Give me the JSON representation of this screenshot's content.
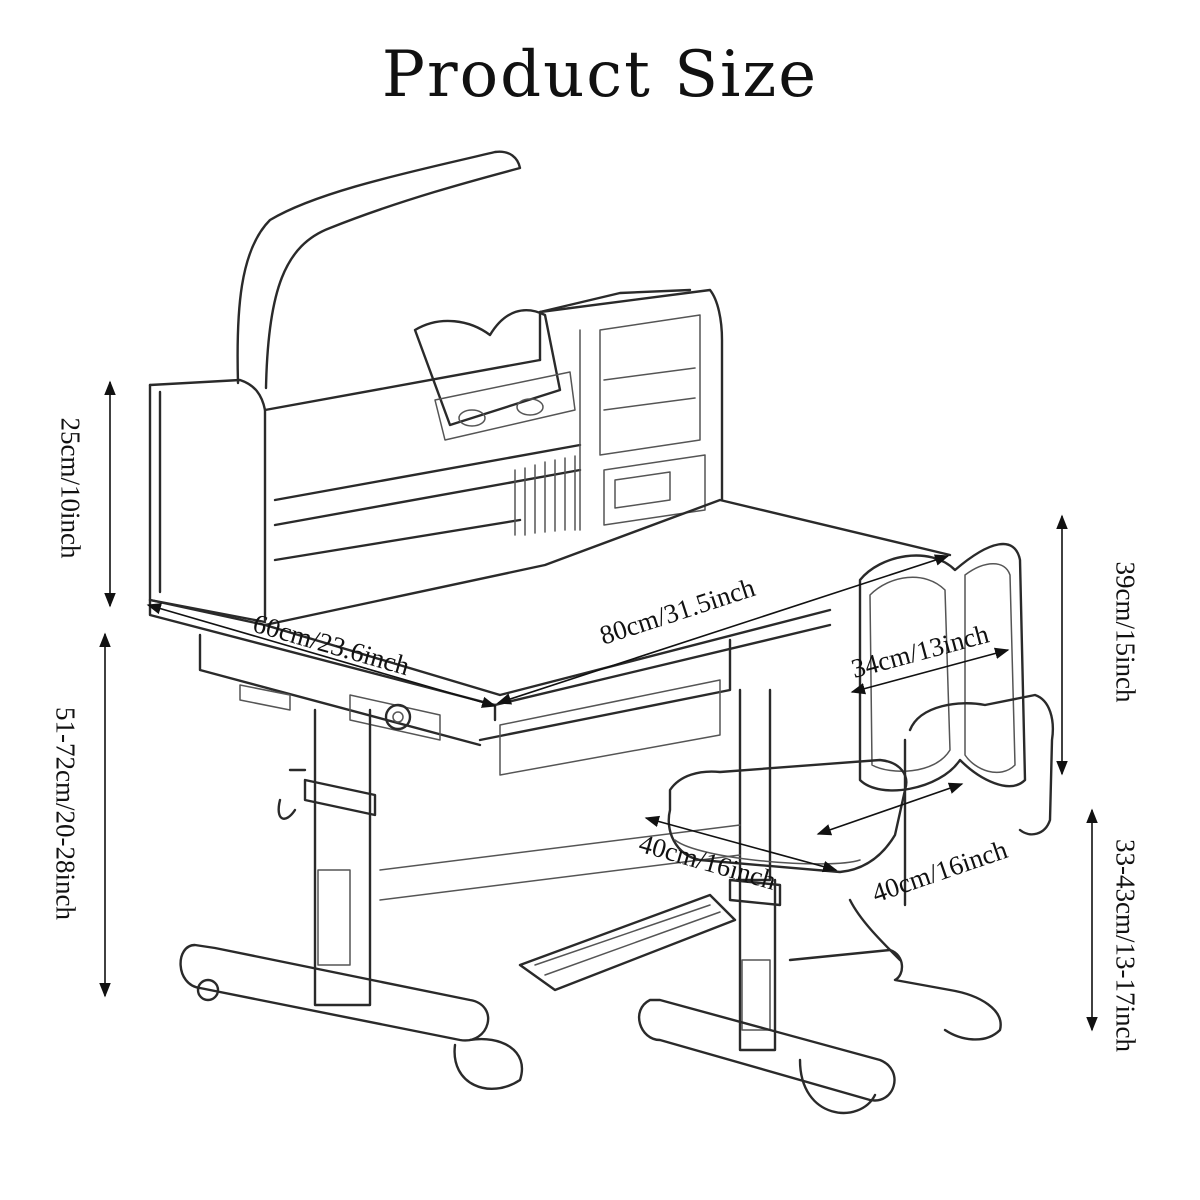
{
  "title": "Product Size",
  "dimensions": {
    "hutch_height": "25cm/10inch",
    "desk_height": "51-72cm/20-28inch",
    "desk_depth": "60cm/23.6inch",
    "desk_width": "80cm/31.5inch",
    "backrest_width": "34cm/13inch",
    "backrest_height": "39cm/15inch",
    "seat_depth": "40cm/16inch",
    "seat_width": "40cm/16inch",
    "seat_height": "33-43cm/13-17inch"
  },
  "colors": {
    "line": "#2a2a2a",
    "background": "#ffffff"
  }
}
